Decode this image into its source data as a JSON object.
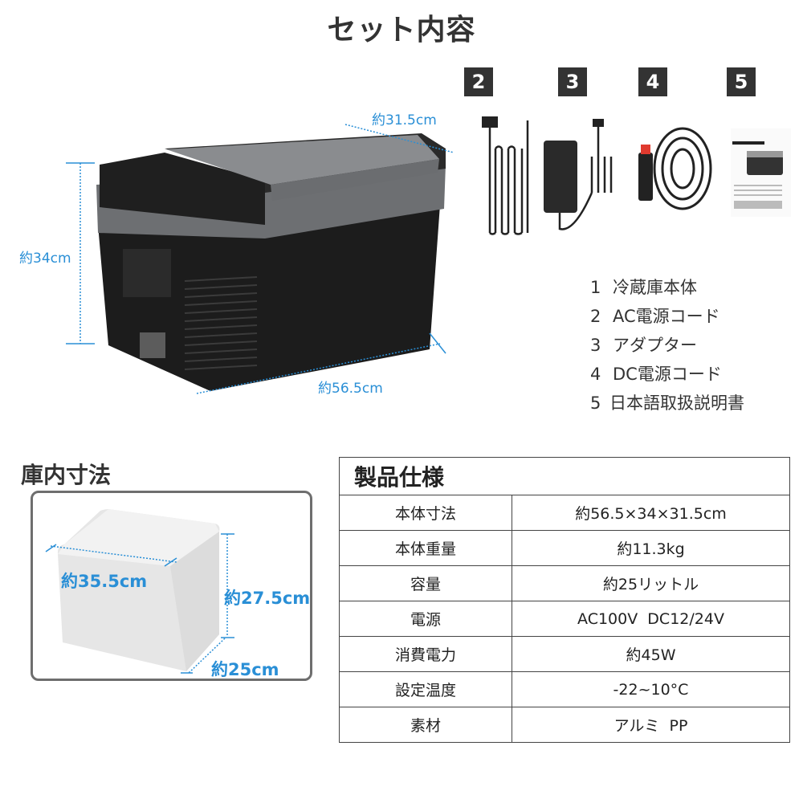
{
  "header": {
    "title": "セット内容"
  },
  "badges": [
    "2",
    "3",
    "4",
    "5"
  ],
  "product_dimensions": {
    "depth": "約31.5cm",
    "height": "約34cm",
    "width": "約56.5cm"
  },
  "contents_list": [
    {
      "num": "1",
      "label": "冷蔵庫本体"
    },
    {
      "num": "2",
      "label": "AC電源コード"
    },
    {
      "num": "3",
      "label": "アダプター"
    },
    {
      "num": "4",
      "label": "DC電源コード"
    },
    {
      "num": "5",
      "label": "日本語取扱説明書"
    }
  ],
  "inner_dimensions": {
    "title": "庫内寸法",
    "width": "約35.5cm",
    "height": "約27.5cm",
    "depth": "約25cm"
  },
  "spec_table": {
    "title": "製品仕様",
    "rows": [
      {
        "label": "本体寸法",
        "value": "約56.5×34×31.5cm"
      },
      {
        "label": "本体重量",
        "value": "約11.3kg"
      },
      {
        "label": "容量",
        "value": "約25リットル"
      },
      {
        "label": "電源",
        "value": "AC100V  DC12/24V"
      },
      {
        "label": "消費電力",
        "value": "約45W"
      },
      {
        "label": "設定温度",
        "value": "-22~10°C"
      },
      {
        "label": "素材",
        "value": "アルミ  PP"
      }
    ]
  },
  "colors": {
    "accent": "#2a8fd6",
    "badge": "#333333",
    "text": "#333333"
  }
}
